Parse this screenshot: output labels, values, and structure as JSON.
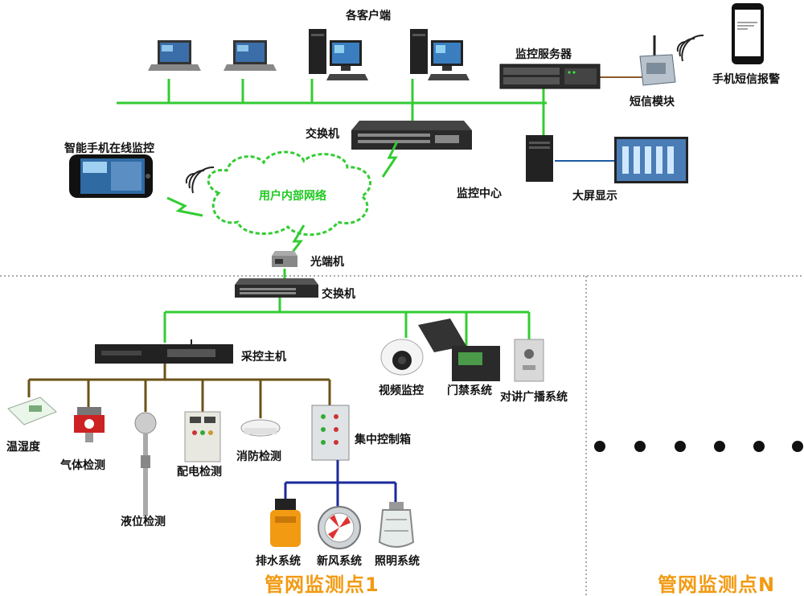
{
  "labels": {
    "clients": "各客户端",
    "monitor_server": "监控服务器",
    "sms_alarm": "手机短信报警",
    "sms_module": "短信模块",
    "core_switch": "交换机",
    "smartphone": "智能手机在线监控",
    "network": "用户内部网络",
    "control_center": "监控中心",
    "big_screen": "大屏显示",
    "optical": "光端机",
    "local_switch": "交换机",
    "host": "采控主机",
    "video": "视频监控",
    "access": "门禁系统",
    "intercom": "对讲广播系统",
    "temp": "温湿度",
    "gas": "气体检测",
    "level": "液位检测",
    "power": "配电检测",
    "fire": "消防检测",
    "control_box": "集中控制箱",
    "drain": "排水系统",
    "fan": "新风系统",
    "light": "照明系统",
    "site1": "管网监测点1",
    "siteN": "管网监测点N"
  },
  "colors": {
    "network_line": "#33cc33",
    "field_bus": "#6b5318",
    "control_bus": "#1a2a9a",
    "title_orange": "#f29a12"
  }
}
